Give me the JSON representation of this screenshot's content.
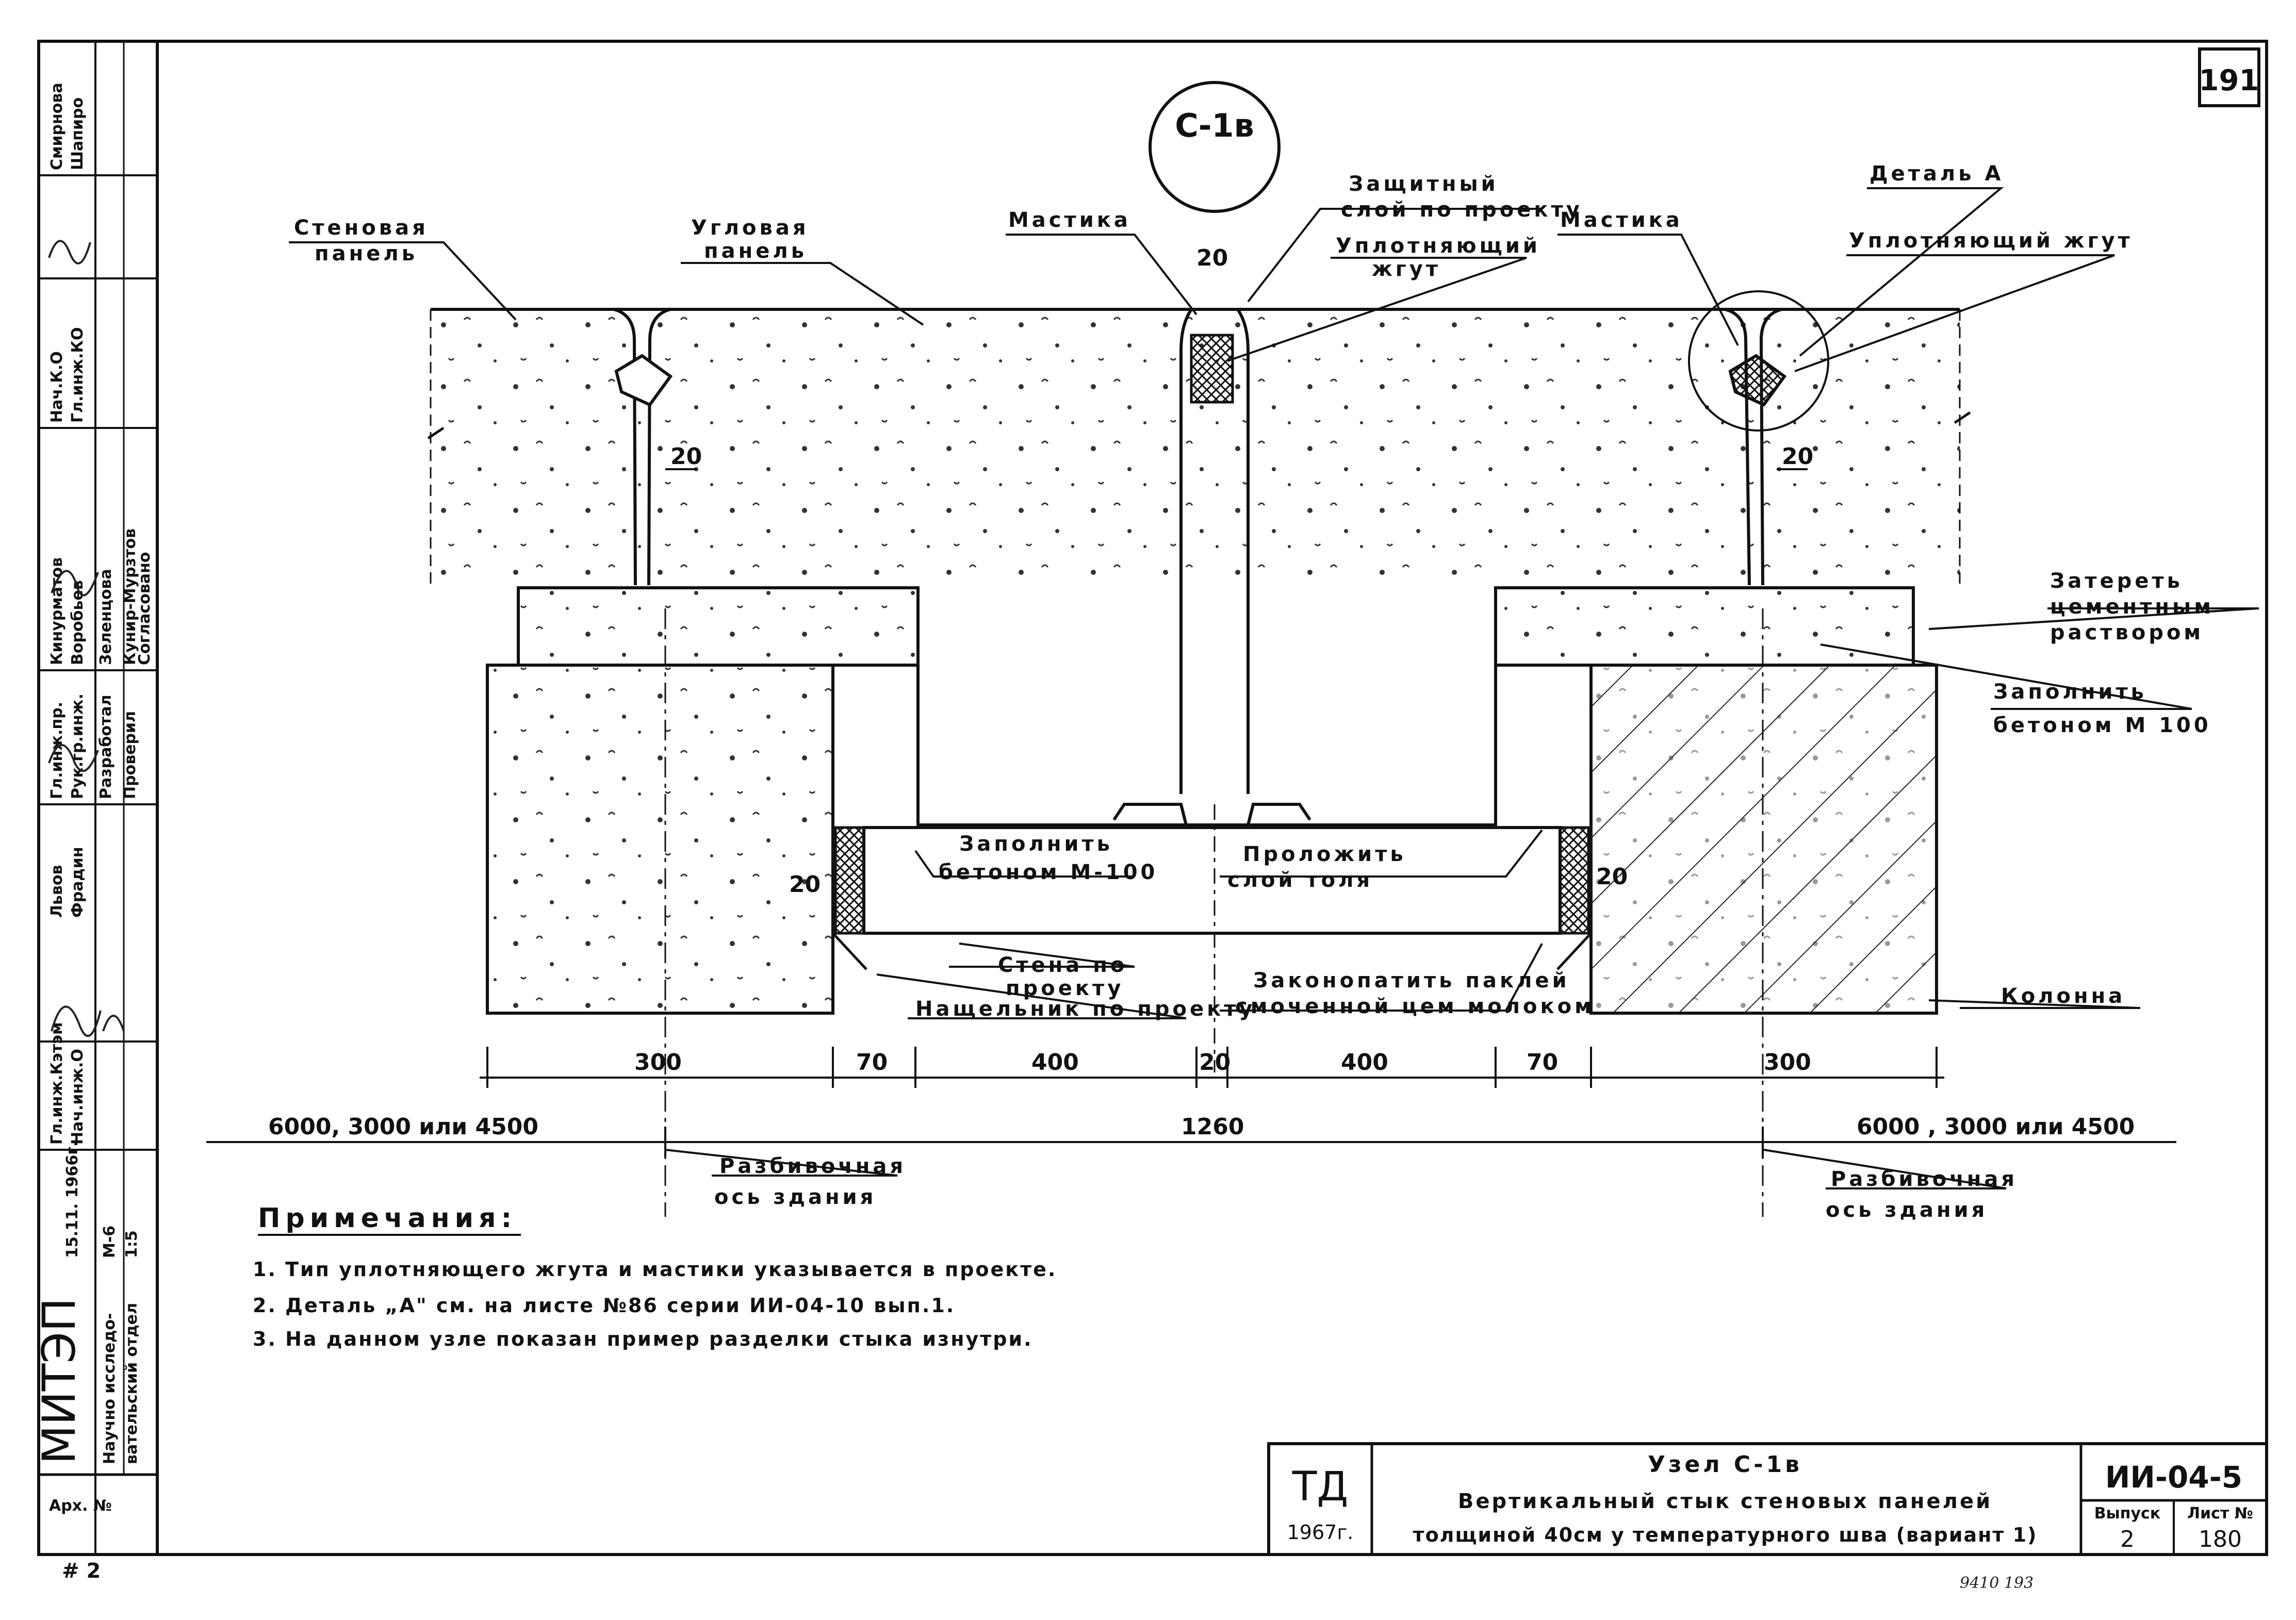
{
  "sheet": {
    "page_number": "191",
    "node_badge": "С-1в",
    "copy_mark": "# 2",
    "archive_handwritten": "9410   193"
  },
  "labels": {
    "wall_panel": [
      "Стеновая",
      "панель"
    ],
    "corner_panel": [
      "Угловая",
      "панель"
    ],
    "mastic_center": "Мастика",
    "protective_layer": [
      "Защитный",
      "слой по проекту"
    ],
    "sealing_cord": [
      "Уплотняющий",
      "жгут"
    ],
    "mastic_right": "Мастика",
    "detail_a": "Деталь А",
    "sealing_cord_right": "Уплотняющий жгут",
    "plaster": [
      "Затереть",
      "цементным",
      "раствором"
    ],
    "fill_concrete_right": [
      "Заполнить",
      "бетоном М 100"
    ],
    "fill_concrete_center": [
      "Заполнить",
      "бетоном М-100"
    ],
    "lay_roofing": [
      "Проложить",
      "слой толя"
    ],
    "wall_by_project": [
      "Стена по",
      "проекту"
    ],
    "platband": "Нащельник по проекту",
    "caulk": [
      "Законопатить паклей",
      "смоченной цем молоком"
    ],
    "column": "Колонна",
    "axis_left": [
      "Разбивочная",
      "ось здания"
    ],
    "axis_right": [
      "Разбивочная",
      "ось здания"
    ]
  },
  "dimensions": {
    "joint_gap": "20",
    "d300_left": "300",
    "d70_left": "70",
    "d400_left": "400",
    "d20_center": "20",
    "d400_right": "400",
    "d70_right": "70",
    "d300_right": "300",
    "span_left": "6000, 3000 или 4500",
    "span_center": "1260",
    "span_right": "6000 , 3000 или 4500"
  },
  "notes": {
    "heading": "Примечания:",
    "items": [
      "1. Тип уплотняющего жгута и мастики указывается в проекте.",
      "2. Деталь „А\" см. на листе №86 серии ИИ-04-10 вып.1.",
      "3. На данном узле показан пример разделки стыка изнутри."
    ]
  },
  "title_block": {
    "td_mark": "ТД",
    "year": "1967г.",
    "node_title": "Узел С-1в",
    "description_line1": "Вертикальный стык стеновых панелей",
    "description_line2": "толщиной 40см у температурного шва (вариант 1)",
    "series_code": "ИИ-04-5",
    "issue_label": "Выпуск",
    "issue_value": "2",
    "sheet_label": "Лист №",
    "sheet_value": "180"
  },
  "side_stamp": {
    "org_line1": "МИТЭП",
    "org_line2": "Научно исследо-",
    "org_line3": "вательский отдел",
    "arch_label": "Арх. №",
    "date": "15.11. 1966г.",
    "scale_label": "М-6",
    "scale": "1:5",
    "roles": [
      "Нач.К.О",
      "Гл.инж.КО",
      "Согласовано",
      "Кинурматов",
      "Воробьев",
      "Зеленцова",
      "Кунир-Мурзтов",
      "Гл.инж.пр.",
      "Рук.гр.инж.",
      "Разработал",
      "Проверил",
      "Львов",
      "Фрадин",
      "Гл.инж.Кэтэм",
      "Нач.инж.О"
    ],
    "names": [
      "Смирнова",
      "Шапиро"
    ]
  }
}
